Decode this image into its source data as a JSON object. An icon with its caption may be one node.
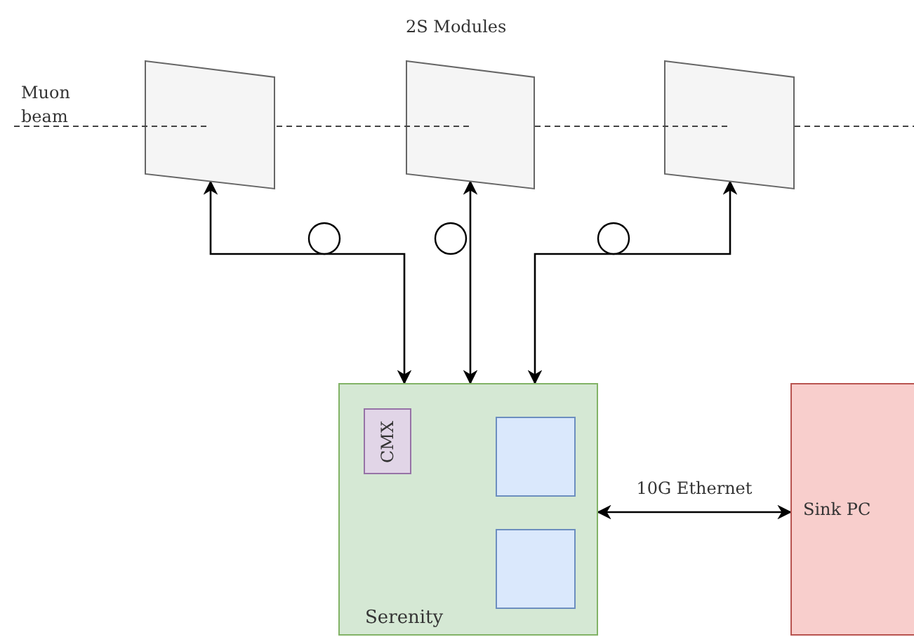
{
  "diagram": {
    "nodes": [
      {
        "text": [],
        "shape": "parallelogram"
      },
      {
        "text": [],
        "shape": "parallelogram"
      },
      {
        "text": [],
        "shape": "parallelogram"
      },
      {
        "text": [
          "Serenity"
        ]
      },
      {
        "text": [
          "CMX"
        ],
        "in": 3
      },
      {
        "text": [],
        "shape": "box",
        "in": 3
      },
      {
        "text": [],
        "shape": "box",
        "in": 3
      },
      {
        "text": [
          "Sink PC"
        ]
      }
    ],
    "edges": [
      {
        "from": 0,
        "to": 3,
        "arrow": "both"
      },
      {
        "from": 1,
        "to": 3,
        "arrow": "both"
      },
      {
        "from": 2,
        "to": 3,
        "arrow": "both"
      },
      {
        "from": 3,
        "to": 7,
        "arrow": "both",
        "label": "10G Ethernet"
      }
    ],
    "labels": [
      "2S Modules",
      "Muon beam"
    ]
  }
}
